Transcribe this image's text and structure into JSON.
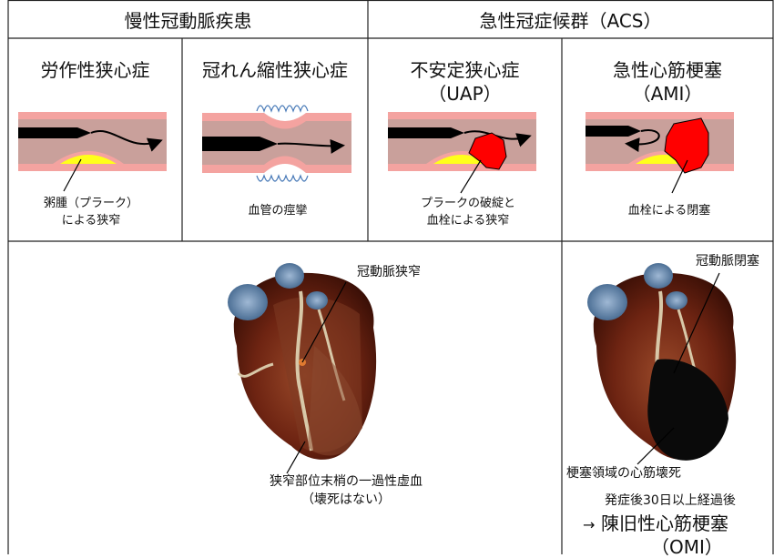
{
  "header": {
    "chronic_title": "慢性冠動脈疾患",
    "acs_title": "急性冠症候群（ACS）"
  },
  "panels": [
    {
      "title": "労作性狭心症",
      "caption_line1": "粥腫（プラーク）",
      "caption_line2": "による狭窄"
    },
    {
      "title": "冠れん縮性狭心症",
      "caption_line1": "血管の痙攣",
      "caption_line2": ""
    },
    {
      "title": "不安定狭心症",
      "subtitle": "（UAP）",
      "caption_line1": "プラークの破綻と",
      "caption_line2": "血栓による狭窄"
    },
    {
      "title": "急性心筋梗塞",
      "subtitle": "（AMI）",
      "caption_line1": "血栓による閉塞",
      "caption_line2": ""
    }
  ],
  "lower_left": {
    "stenosis_label": "冠動脈狭窄",
    "ischemia_line1": "狭窄部位末梢の一過性虚血",
    "ischemia_line2": "（壊死はない）"
  },
  "lower_right": {
    "occlusion_label": "冠動脈閉塞",
    "necrosis_label": "梗塞領域の心筋壊死",
    "after_label": "発症後30日以上経過後",
    "arrow": "→",
    "omi_title": "陳旧性心筋梗塞",
    "omi_abbr": "（OMI）"
  },
  "colors": {
    "vessel_wall": "#f4a3a0",
    "vessel_lumen": "#c9a09b",
    "plaque": "#ffff1a",
    "thrombus": "#ff0000",
    "spasm_coil": "#4a7bb8"
  }
}
